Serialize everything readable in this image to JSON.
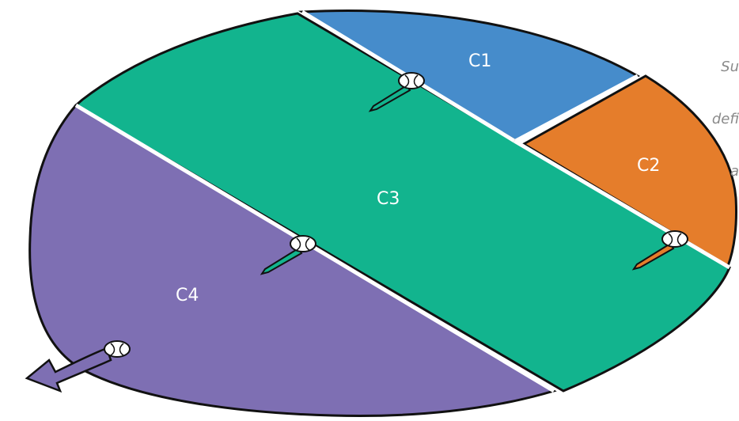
{
  "regions": [
    {
      "id": "C1",
      "label": "C1",
      "color": "#468CCB"
    },
    {
      "id": "C2",
      "label": "C2",
      "color": "#E57D2B"
    },
    {
      "id": "C3",
      "label": "C3",
      "color": "#12B48E"
    },
    {
      "id": "C4",
      "label": "C4",
      "color": "#7E6FB3"
    }
  ],
  "note": {
    "lines": [
      "Su",
      "defi",
      "a"
    ],
    "color": "#8a8a8a"
  },
  "outline_color": "#111111",
  "marker_icons": [
    "pin-marker-icon",
    "pin-marker-icon",
    "pin-marker-icon",
    "pin-marker-icon"
  ],
  "arrow_icon": "exit-arrow-icon"
}
